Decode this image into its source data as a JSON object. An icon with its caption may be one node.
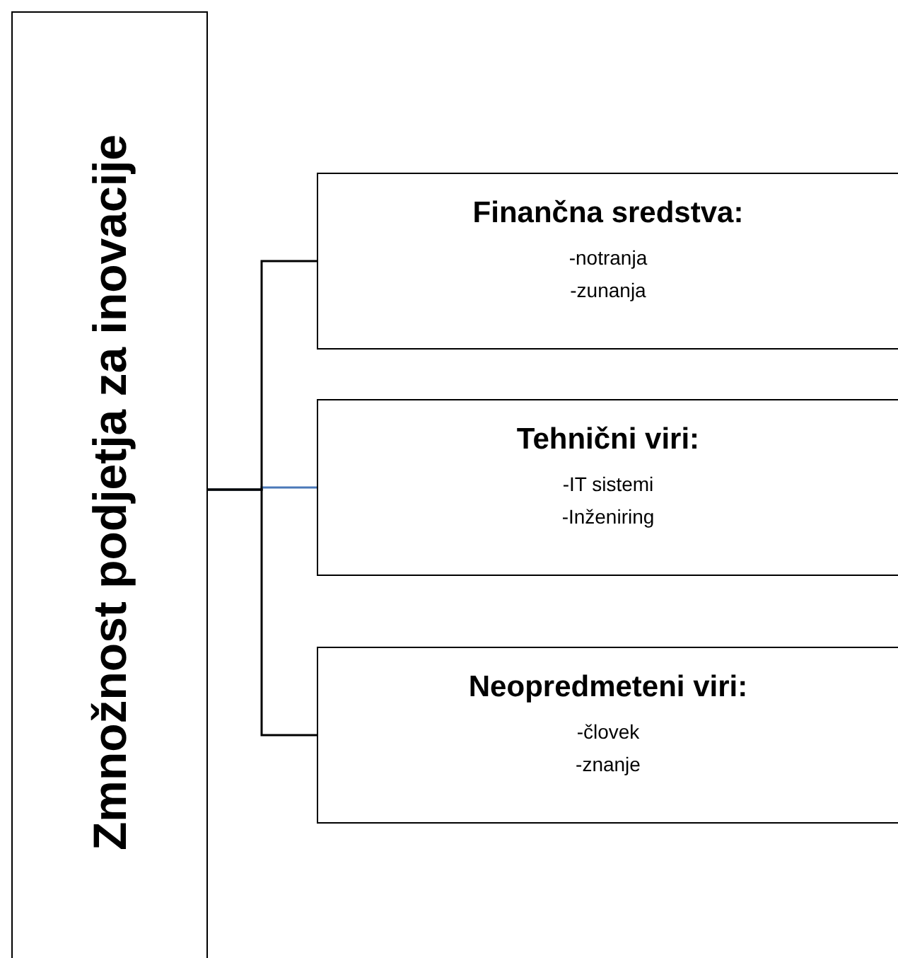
{
  "diagram": {
    "nodes": [
      {
        "text": [
          "Zmnožnost podjetja za inovacije"
        ]
      },
      {
        "text": [
          "Finančna sredstva:",
          "-notranja",
          "-zunanja"
        ]
      },
      {
        "text": [
          "Tehnični viri:",
          "-IT sistemi",
          "-Inženiring"
        ]
      },
      {
        "text": [
          "Neopredmeteni viri:",
          "-človek",
          "-znanje"
        ]
      }
    ],
    "edges": [
      {
        "from": 0,
        "to": 2,
        "arrow": "none",
        "color": "#4a78b8"
      },
      {
        "from": 0,
        "to": 1,
        "arrow": "none"
      },
      {
        "from": 0,
        "to": 3,
        "arrow": "none"
      }
    ]
  }
}
